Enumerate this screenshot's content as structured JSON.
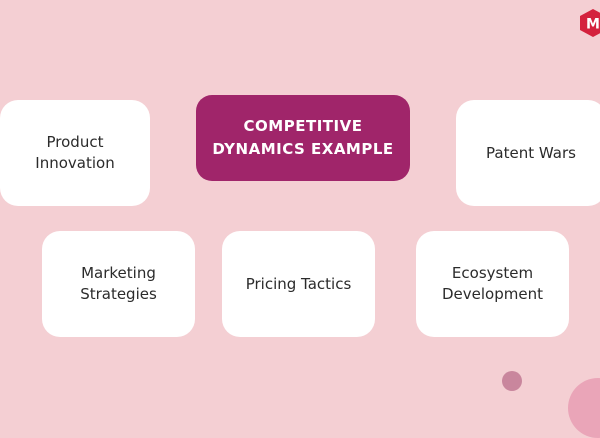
{
  "diagram": {
    "center": {
      "label": "COMPETITIVE\nDYNAMICS EXAMPLE"
    },
    "nodes": [
      {
        "id": "product",
        "label": "Product\nInnovation"
      },
      {
        "id": "patent",
        "label": "Patent Wars"
      },
      {
        "id": "marketing",
        "label": "Marketing\nStrategies"
      },
      {
        "id": "pricing",
        "label": "Pricing Tactics"
      },
      {
        "id": "ecosystem",
        "label": "Ecosystem\nDevelopment"
      }
    ]
  },
  "brand": {
    "logo_letter": "M",
    "logo_color": "#d4213d"
  },
  "colors": {
    "background": "#f4cfd3",
    "center_fill": "#a0256a",
    "card_fill": "#ffffff",
    "dot": "#c9869d",
    "blob": "#eaa5b8"
  }
}
